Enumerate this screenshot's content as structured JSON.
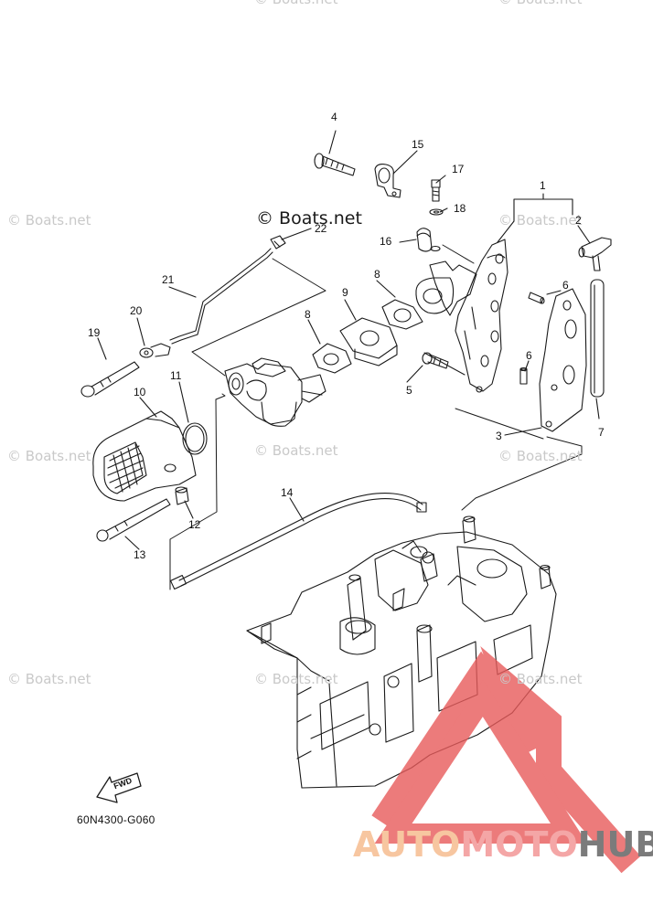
{
  "watermarks": {
    "main": "© Boats.net",
    "repeat": "© Boats.net"
  },
  "callouts": [
    "1",
    "2",
    "3",
    "4",
    "5",
    "6",
    "6",
    "7",
    "8",
    "8",
    "9",
    "10",
    "11",
    "12",
    "13",
    "14",
    "15",
    "16",
    "17",
    "18",
    "19",
    "20",
    "21",
    "22"
  ],
  "drawing_code": "60N4300-G060",
  "fwd_label": "FWD",
  "brand": {
    "part1": "AUTO",
    "part2": "MOTO",
    "part3": "HUB"
  },
  "colors": {
    "line": "#1a1a1a",
    "watermark": "#c9c9c9",
    "brand_auto": "#f7c6a0",
    "brand_moto": "#f4a6a6",
    "brand_hub": "#7b7b7b",
    "triangle": "#e85b5b"
  }
}
